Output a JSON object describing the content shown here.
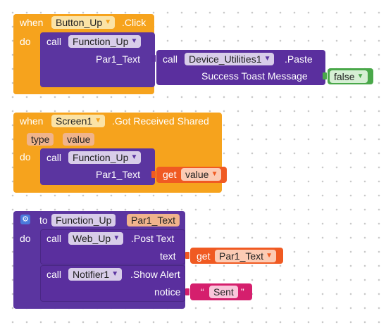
{
  "block1": {
    "when": "when",
    "component": "Button_Up",
    "event": ".Click",
    "do": "do",
    "call1": "call",
    "function": "Function_Up",
    "param": "Par1_Text",
    "call2": "call",
    "device": "Device_Utilities1",
    "method": ".Paste",
    "arg_label": "Success Toast Message",
    "bool_value": "false"
  },
  "block2": {
    "when": "when",
    "component": "Screen1",
    "event": ".Got Received Shared",
    "param_type": "type",
    "param_value": "value",
    "do": "do",
    "call": "call",
    "function": "Function_Up",
    "param": "Par1_Text",
    "get": "get",
    "get_var": "value"
  },
  "block3": {
    "to": "to",
    "function": "Function_Up",
    "param": "Par1_Text",
    "do": "do",
    "call1": "call",
    "web": "Web_Up",
    "web_method": ".Post Text",
    "text_label": "text",
    "get": "get",
    "get_var": "Par1_Text",
    "call2": "call",
    "notifier": "Notifier1",
    "notifier_method": ".Show Alert",
    "notice_label": "notice",
    "quote_open": "“",
    "string_value": "Sent",
    "quote_close": "”"
  },
  "icons": {
    "dropdown": "dropdown-arrow-icon",
    "gear": "gear-icon"
  },
  "colors": {
    "event": "#f6a31d",
    "procedure": "#5b35a0",
    "variable": "#f05a22",
    "logic": "#4aa84a",
    "text": "#d51f6d"
  }
}
